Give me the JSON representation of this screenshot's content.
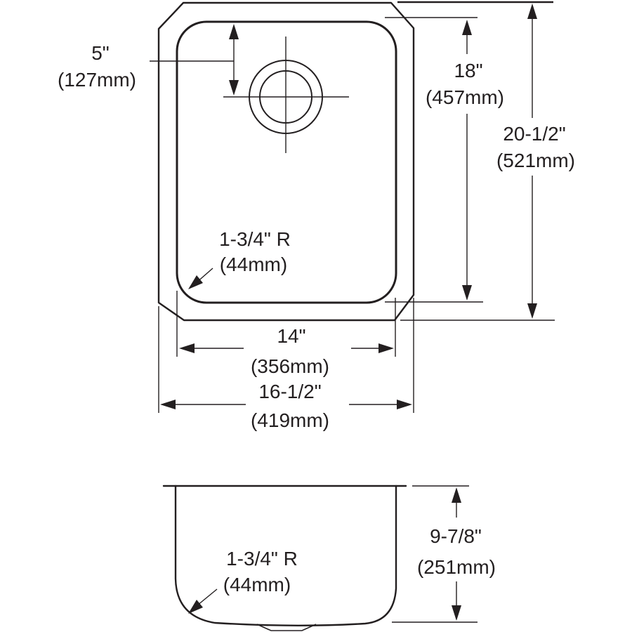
{
  "top_view": {
    "drain_offset": {
      "in": "5\"",
      "mm": "(127mm)"
    },
    "bowl_length": {
      "in": "18\"",
      "mm": "(457mm)"
    },
    "overall_length": {
      "in": "20-1/2\"",
      "mm": "(521mm)"
    },
    "bowl_width": {
      "in": "14\"",
      "mm": "(356mm)"
    },
    "overall_width": {
      "in": "16-1/2\"",
      "mm": "(419mm)"
    },
    "corner_radius": {
      "in": "1-3/4\" R",
      "mm": "(44mm)"
    }
  },
  "side_view": {
    "bowl_depth": {
      "in": "9-7/8\"",
      "mm": "(251mm)"
    },
    "bottom_radius": {
      "in": "1-3/4\" R",
      "mm": "(44mm)"
    }
  },
  "colors": {
    "line": "#231f20",
    "background": "#ffffff"
  }
}
